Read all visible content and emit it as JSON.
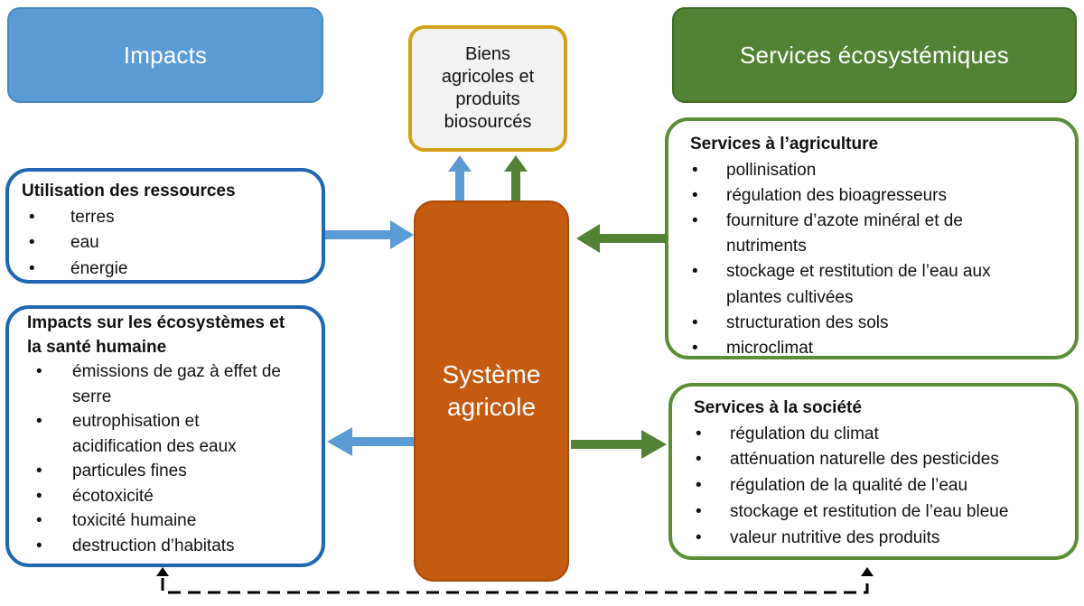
{
  "headers": {
    "impacts": "Impacts",
    "services": "Services écosystémiques"
  },
  "biens": {
    "lines": [
      "Biens",
      "agricoles et",
      "produits",
      "biosourcés"
    ]
  },
  "systeme": {
    "lines": [
      "Système",
      "agricole"
    ]
  },
  "ressources": {
    "title": "Utilisation des ressources",
    "items": [
      "terres",
      "eau",
      "énergie"
    ]
  },
  "ecosystemes": {
    "title_lines": [
      "Impacts sur les écosystèmes et",
      "la santé humaine"
    ],
    "items": [
      "émissions de gaz à effet de serre",
      "eutrophisation et acidification des eaux",
      "particules fines",
      "écotoxicité",
      "toxicité humaine",
      "destruction d’habitats"
    ]
  },
  "agriculture": {
    "title": "Services à l’agriculture",
    "items": [
      "pollinisation",
      "régulation des bioagresseurs",
      "fourniture d’azote minéral et de nutriments",
      "stockage et restitution de l’eau aux plantes cultivées",
      "structuration des sols",
      "microclimat"
    ]
  },
  "societe": {
    "title": "Services à la société",
    "items": [
      "régulation du climat",
      "atténuation naturelle des pesticides",
      "régulation de la qualité de l’eau",
      "stockage et restitution de l’eau bleue",
      "valeur nutritive des produits"
    ]
  },
  "colors": {
    "impacts_blue": "#5b9bd5",
    "services_green": "#548235",
    "systeme_orange": "#c55a11",
    "biens_border": "#d4a017",
    "arrow_blue": "#5b9bd5",
    "arrow_green": "#548235"
  }
}
